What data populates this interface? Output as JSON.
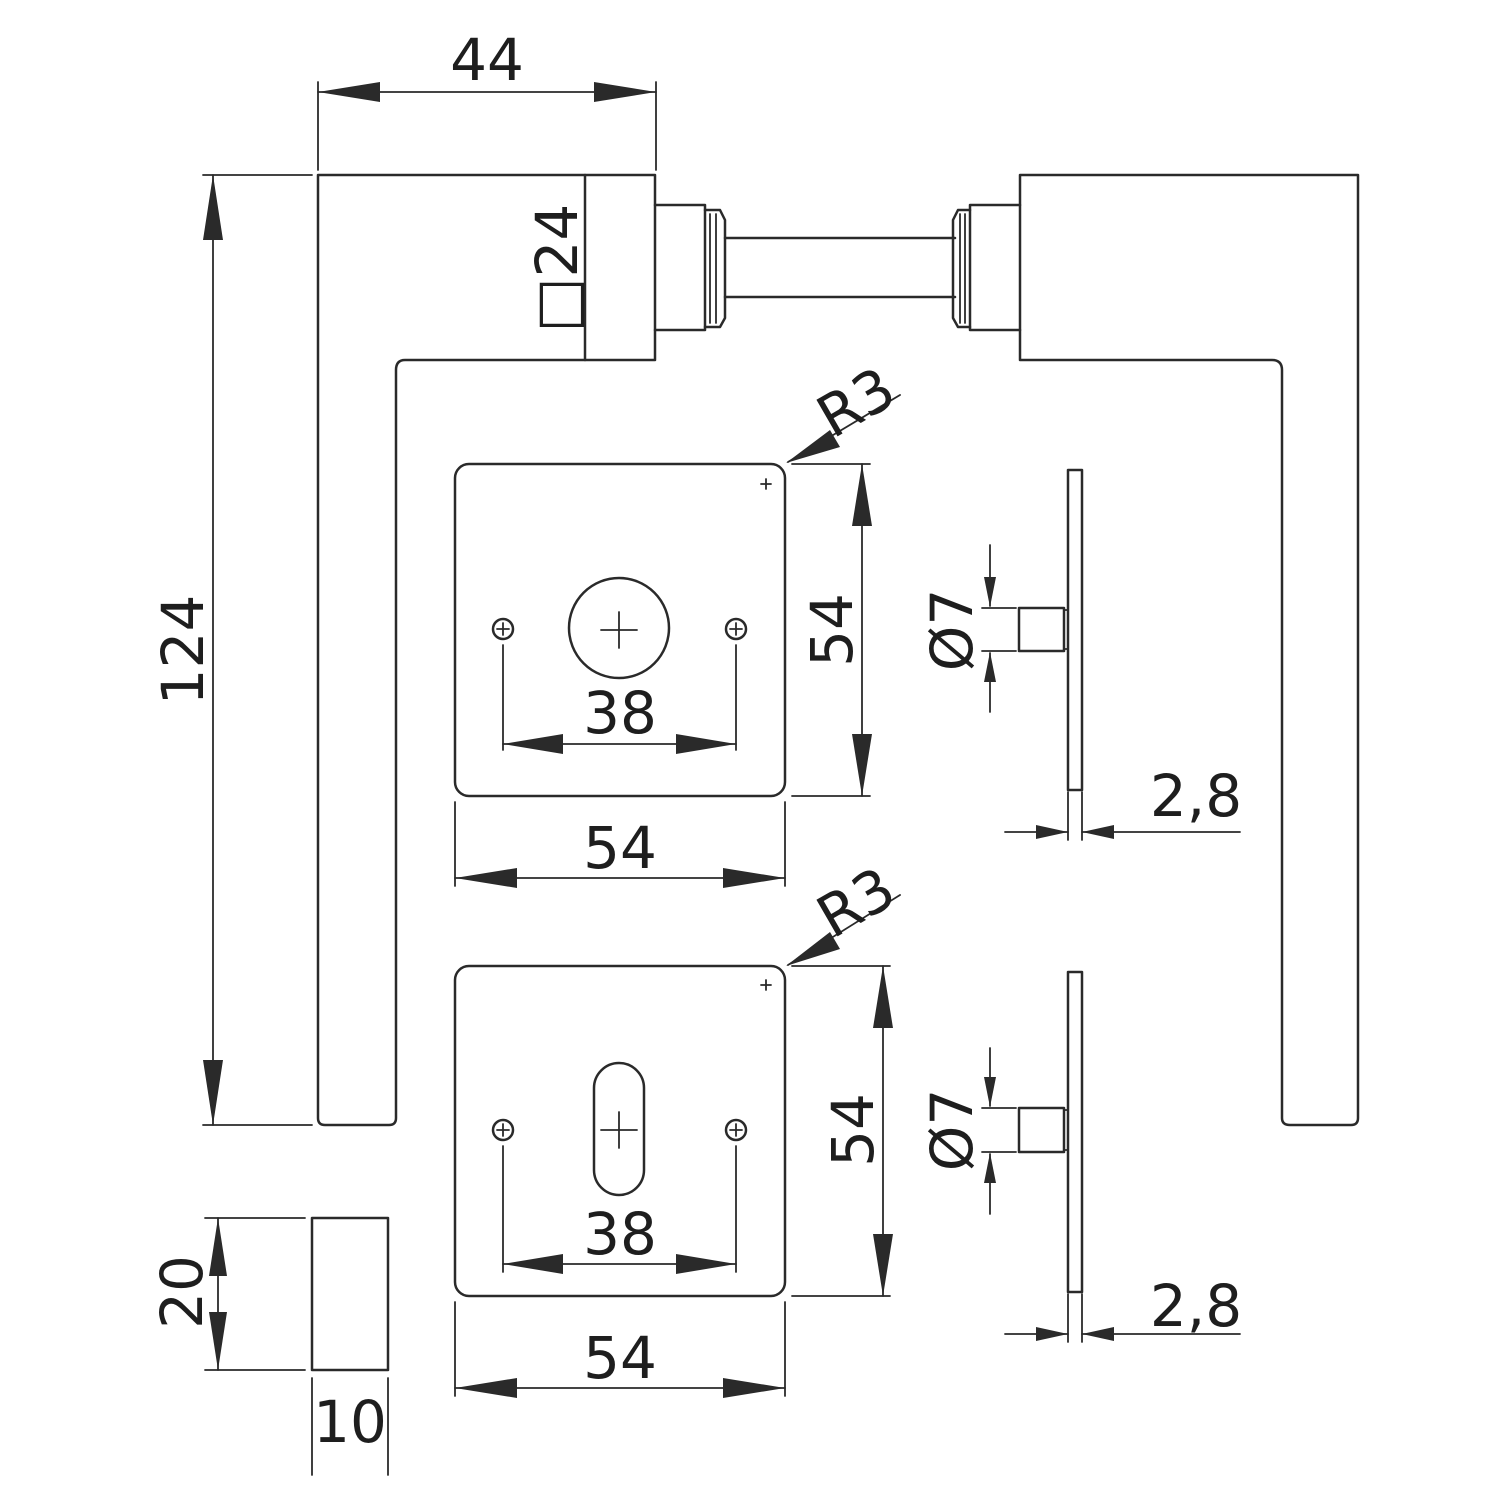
{
  "diagram": {
    "handle": {
      "width_label": "44",
      "height_label": "124",
      "rose_square_label": "□24"
    },
    "rose_top": {
      "width_label": "54",
      "height_label": "54",
      "radius_label": "R3",
      "hole_spacing_label": "38",
      "pin_diameter_label": "Ø7",
      "thickness_label": "2,8"
    },
    "rose_bottom": {
      "width_label": "54",
      "height_label": "54",
      "radius_label": "R3",
      "hole_spacing_label": "38",
      "pin_diameter_label": "Ø7",
      "thickness_label": "2,8"
    },
    "lever_section": {
      "height_label": "20",
      "width_label": "10"
    }
  }
}
